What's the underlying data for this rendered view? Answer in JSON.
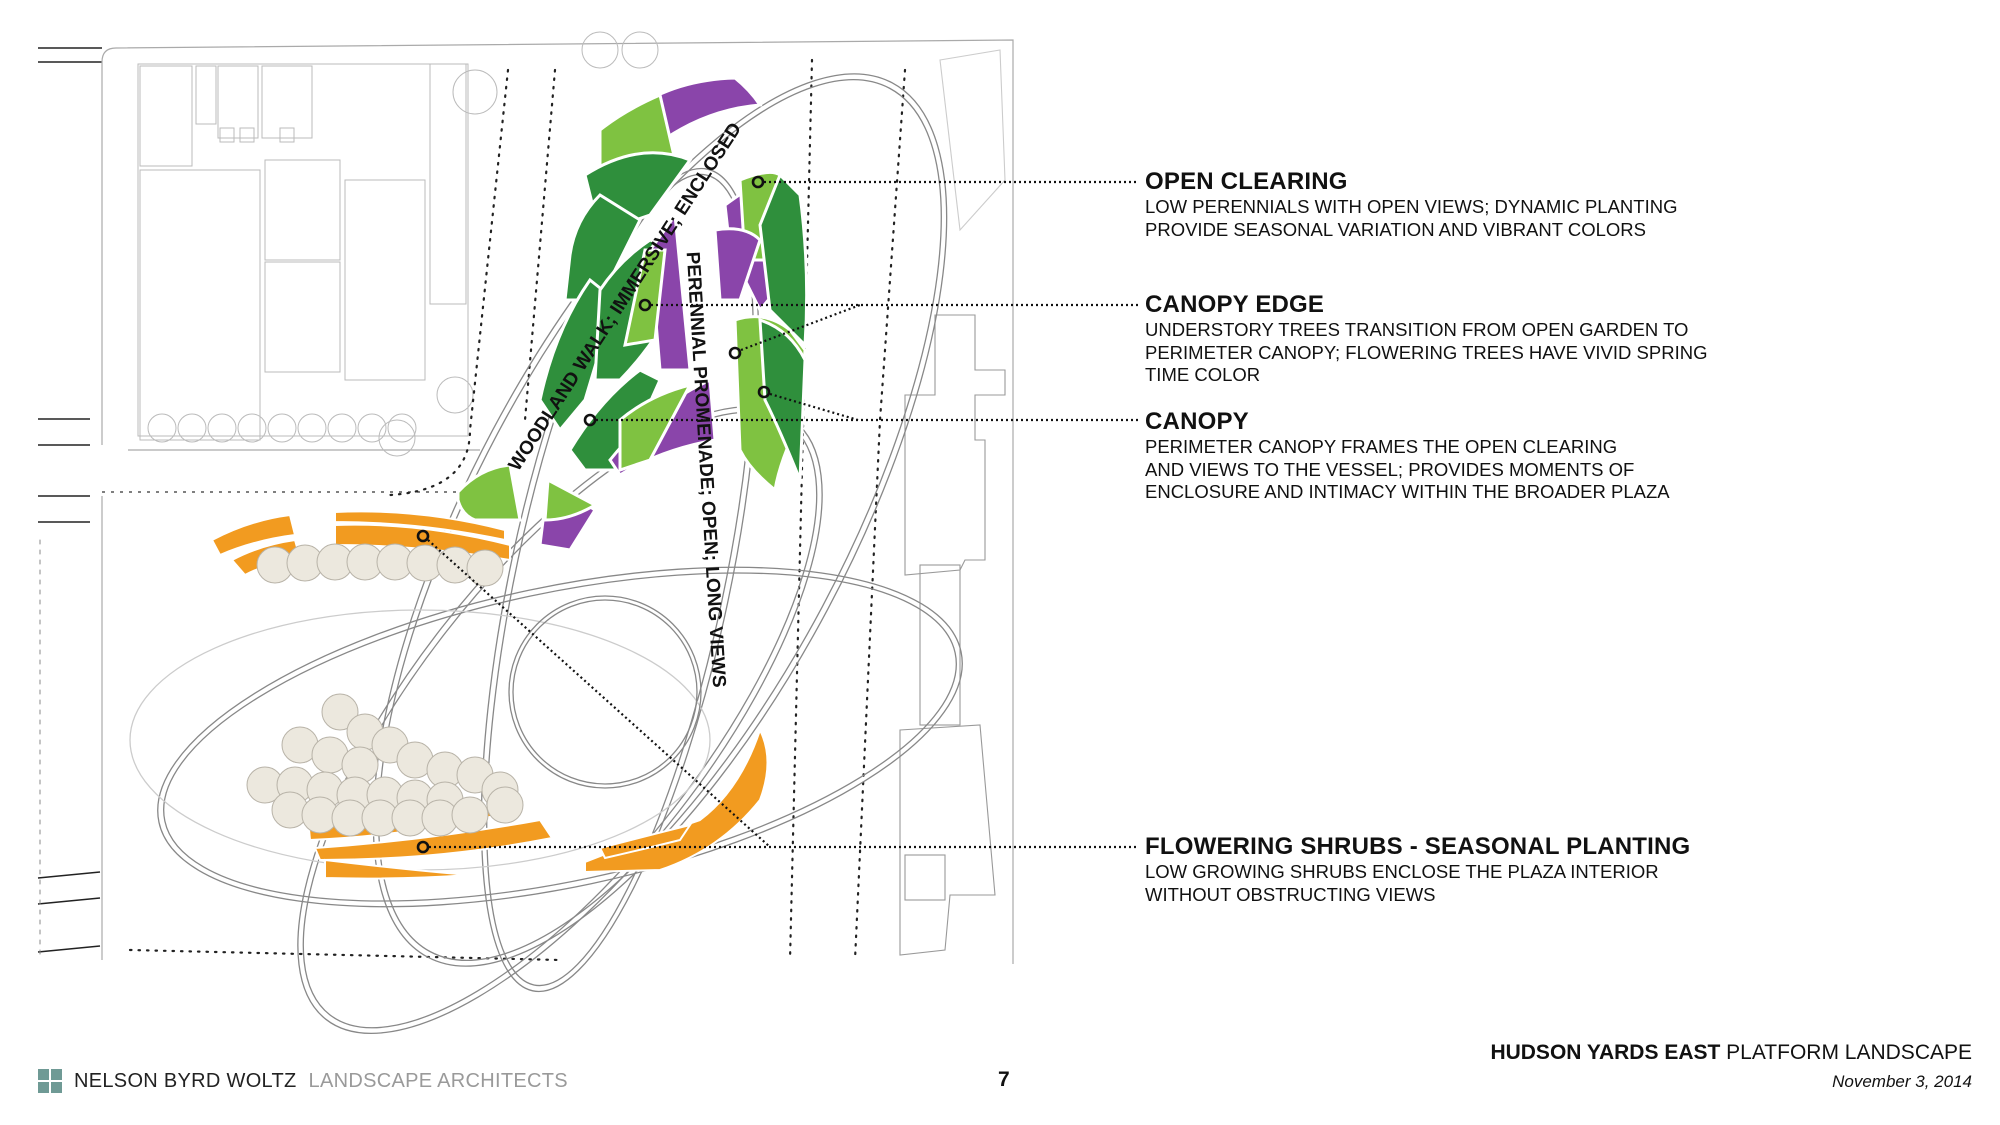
{
  "plan": {
    "path_labels": {
      "woodland": "WOODLAND WALK; IMMERSIVE; ENCLOSED",
      "perennial": "PERENNIAL PROMENADE; OPEN; LONG VIEWS"
    },
    "colors": {
      "dark_green": "#2f8f3c",
      "light_green": "#7fc241",
      "purple": "#8a45aa",
      "orange": "#f29b20",
      "tree_fill": "#ece8de",
      "linework": "#9a9a9a"
    }
  },
  "legend": [
    {
      "title": "OPEN CLEARING",
      "body": "LOW PERENNIALS WITH OPEN VIEWS; DYNAMIC PLANTING\nPROVIDE SEASONAL VARIATION AND VIBRANT COLORS"
    },
    {
      "title": "CANOPY EDGE",
      "body": "UNDERSTORY TREES TRANSITION FROM OPEN GARDEN TO\nPERIMETER CANOPY; FLOWERING TREES HAVE VIVID SPRING\nTIME COLOR"
    },
    {
      "title": "CANOPY",
      "body": "PERIMETER CANOPY FRAMES THE OPEN CLEARING\nAND VIEWS TO THE  VESSEL; PROVIDES MOMENTS OF\nENCLOSURE AND INTIMACY WITHIN THE BROADER PLAZA"
    },
    {
      "title": "FLOWERING SHRUBS - SEASONAL PLANTING",
      "body": "LOW GROWING SHRUBS ENCLOSE THE PLAZA INTERIOR\nWITHOUT OBSTRUCTING VIEWS"
    }
  ],
  "footer": {
    "firm": "NELSON BYRD WOLTZ",
    "firm_sub": "LANDSCAPE ARCHITECTS",
    "page_number": "7",
    "project_bold": "HUDSON YARDS EAST",
    "project_rest": "PLATFORM LANDSCAPE",
    "date": "November 3, 2014"
  }
}
